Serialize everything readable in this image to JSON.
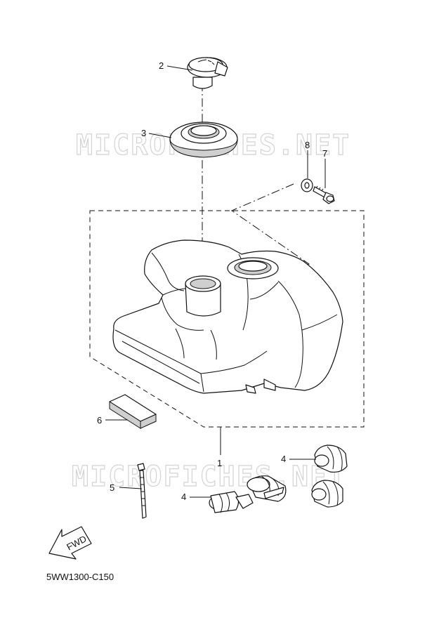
{
  "diagram": {
    "watermarks": [
      "MICROFICHES.NET",
      "MICROFICHES.NET"
    ],
    "drawing_code": "5WW1300-C150",
    "forward_arrow_label": "FWD",
    "callouts": {
      "c1": "1",
      "c2": "2",
      "c3": "3",
      "c4a": "4",
      "c4b": "4",
      "c5": "5",
      "c6": "6",
      "c7": "7",
      "c8": "8"
    }
  }
}
